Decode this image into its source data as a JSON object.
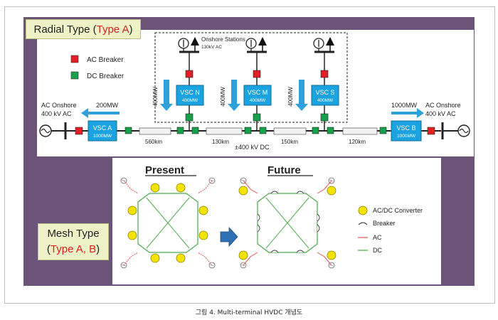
{
  "radial": {
    "title_prefix": "Radial Type (",
    "title_type": "Type A",
    "title_suffix": ")",
    "legend_ac": "AC Breaker",
    "legend_dc": "DC Breaker",
    "onshore_stations": "Onshore Stations",
    "onshore_voltage": "130kV AC",
    "left_onshore": [
      "AC Onshore",
      "400 kV AC"
    ],
    "right_onshore": [
      "AC Onshore",
      "400 kV AC"
    ],
    "left_flow": "200MW",
    "right_flow": "1000MW",
    "vsc_a": [
      "VSC A",
      "1000MW"
    ],
    "vsc_b": [
      "VSC B",
      "1000MW"
    ],
    "vsc_n": [
      "VSC N",
      "400MW"
    ],
    "vsc_m": [
      "VSC M",
      "400MW"
    ],
    "vsc_s": [
      "VSC S",
      "400MW"
    ],
    "station_flow": "400MW",
    "distances": [
      "560km",
      "130km",
      "150km",
      "120km"
    ],
    "dc_voltage": "±400 kV DC",
    "colors": {
      "ac_breaker": "#e11f26",
      "dc_breaker": "#17a14a",
      "vsc": "#1aa3e0",
      "arrow": "#2ea0dc"
    }
  },
  "mesh": {
    "title_line1": "Mesh Type",
    "title_line2_prefix": "(",
    "title_line2_type": "Type A, B",
    "title_line2_suffix": ")",
    "present": "Present",
    "future": "Future",
    "legend_converter": "AC/DC Converter",
    "legend_breaker": "Breaker",
    "legend_ac": "AC",
    "legend_dc": "DC",
    "colors": {
      "converter": "#f3e400",
      "ac_line": "#e05555",
      "dc_line": "#4aa84a",
      "arrow": "#2f6fb4"
    }
  },
  "caption": "그림 4. Multi-terminal HVDC 개념도"
}
